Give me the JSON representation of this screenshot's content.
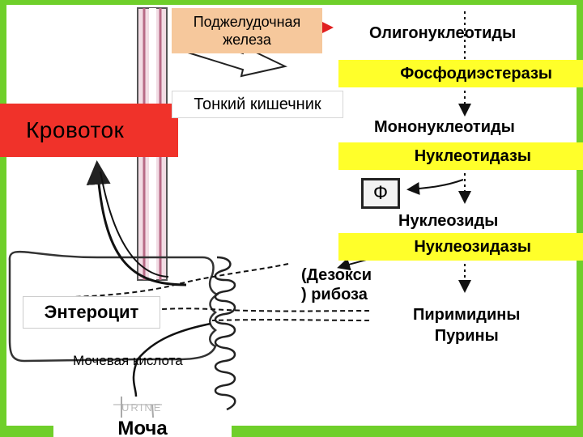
{
  "blood": {
    "label": "Кровоток"
  },
  "pancreas": {
    "label_line1": "Поджелудочная",
    "label_line2": "железа"
  },
  "small_intestine": {
    "label": "Тонкий кишечник"
  },
  "enzymes": {
    "phosphodiesterases": "Фосфодиэстеразы",
    "nucleotidases": "Нуклеотидазы",
    "nucleosidases": "Нуклеозидазы"
  },
  "products": {
    "oligonucleotides": "Олигонуклеотиды",
    "mononucleotides": "Мононуклеотиды",
    "phosphate": "Ф",
    "nucleosides": "Нуклеозиды",
    "deoxyribose_line1": "(Дезокси",
    "deoxyribose_line2": ") рибоза",
    "pyrimidines": "Пиримидины",
    "purines": "Пурины",
    "uric_acid": "Мочевая кислота"
  },
  "enterocyte": {
    "label": "Энтероцит"
  },
  "urine": {
    "label": "Моча",
    "faint_text": "URINE"
  },
  "colors": {
    "background_frame": "#6fcf2a",
    "blood": "#f0322a",
    "pancreas": "#f6c89c",
    "enzyme_highlight": "#ffff2a",
    "vessel": "#f2dce4"
  }
}
